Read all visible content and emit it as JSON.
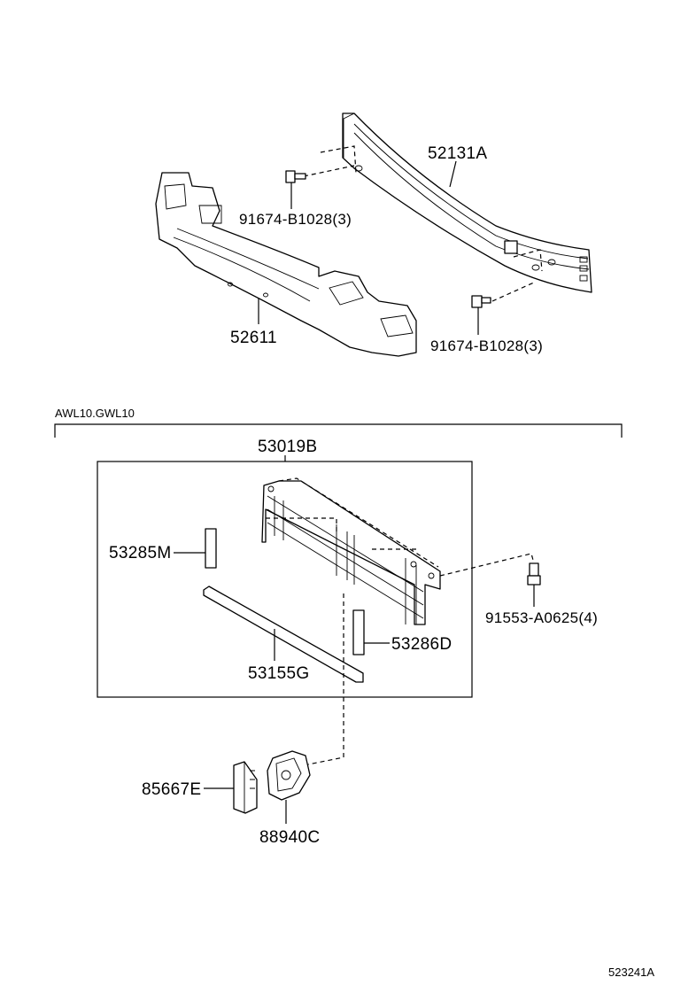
{
  "parts": {
    "reinforcement": "52131A",
    "absorber": "52611",
    "bolt_upper": "91674-B1028(3)",
    "bolt_lower": "91674-B1028(3)",
    "shutter_assembly": "53019B",
    "seal_left": "53285M",
    "seal_bottom": "53155G",
    "seal_right": "53286D",
    "clip": "91553-A0625(4)",
    "cover": "85667E",
    "motor": "88940C"
  },
  "applicability_note": "AWL10.GWL10",
  "figure_number": "523241A"
}
